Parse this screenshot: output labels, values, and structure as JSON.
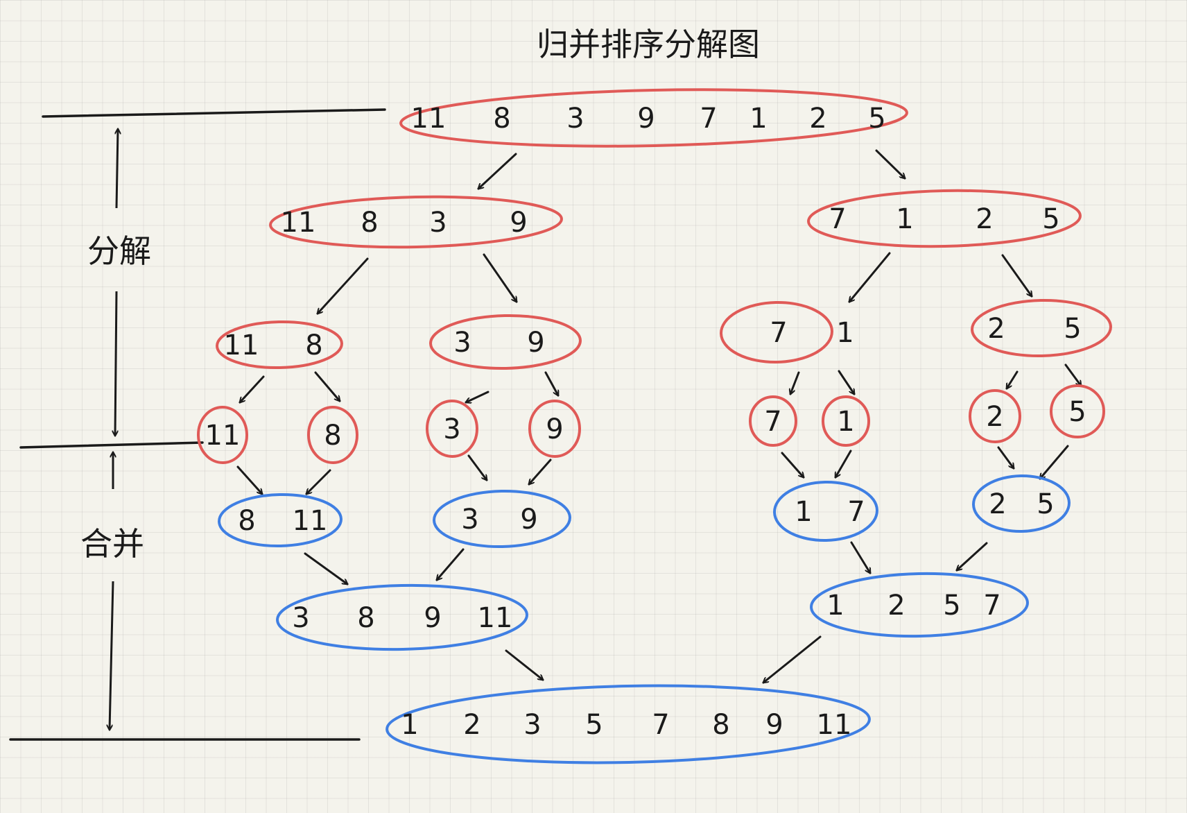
{
  "title": "归并排序分解图",
  "phases": {
    "split": "分解",
    "merge": "合并"
  },
  "colors": {
    "split": "#e05a57",
    "merge": "#3f7fe3",
    "ink": "#1a1a1a"
  },
  "split_levels": [
    [
      [
        "11",
        "8",
        "3",
        "9",
        "7",
        "1",
        "2",
        "5"
      ]
    ],
    [
      [
        "11",
        "8",
        "3",
        "9"
      ],
      [
        "7",
        "1",
        "2",
        "5"
      ]
    ],
    [
      [
        "11",
        "8"
      ],
      [
        "3",
        "9"
      ],
      [
        "7",
        "1"
      ],
      [
        "2",
        "5"
      ]
    ],
    [
      [
        "11"
      ],
      [
        "8"
      ],
      [
        "3"
      ],
      [
        "9"
      ],
      [
        "7"
      ],
      [
        "1"
      ],
      [
        "2"
      ],
      [
        "5"
      ]
    ]
  ],
  "merge_levels": [
    [
      [
        "8",
        "11"
      ],
      [
        "3",
        "9"
      ],
      [
        "1",
        "7"
      ],
      [
        "2",
        "5"
      ]
    ],
    [
      [
        "3",
        "8",
        "9",
        "11"
      ],
      [
        "1",
        "2",
        "5",
        "7"
      ]
    ],
    [
      [
        "1",
        "2",
        "3",
        "5",
        "7",
        "8",
        "9",
        "11"
      ]
    ]
  ]
}
